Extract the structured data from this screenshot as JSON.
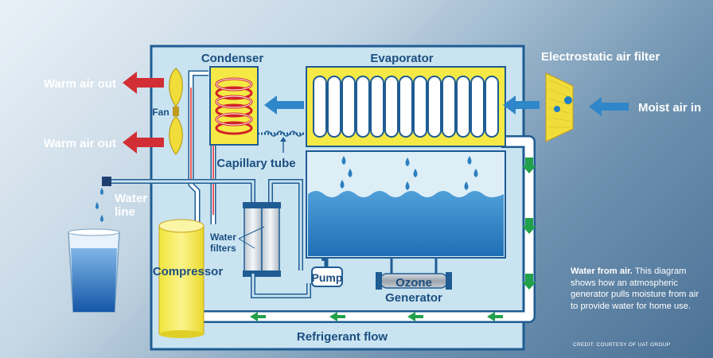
{
  "labels": {
    "condenser": "Condenser",
    "evaporator": "Evaporator",
    "electrostatic_filter": "Electrostatic air filter",
    "warm_air_out": "Warm air out",
    "moist_air_in": "Moist air in",
    "fan": "Fan",
    "capillary_tube": "Capillary tube",
    "water_line_1": "Water",
    "water_line_2": "line",
    "water_filters_1": "Water",
    "water_filters_2": "filters",
    "compressor": "Compressor",
    "pump": "Pump",
    "ozone_1": "Ozone",
    "ozone_2": "Generator",
    "refrigerant_flow": "Refrigerant flow"
  },
  "caption": {
    "title": "Water from air.",
    "body": "This diagram shows how an atmospheric generator pulls moisture from air to provide water for home use.",
    "credit": "CREDIT: COURTESY OF UAT GROUP"
  },
  "colors": {
    "housing": "#c9e3f1",
    "housing_border": "#1f5c93",
    "coil_yellow": "#f5ea45",
    "coil_red": "#d2232a",
    "air_blue_arrow": "#2f86c9",
    "warm_red_arrow": "#d12f35",
    "water_blue": "#2b7fc0",
    "flow_green": "#22a04b"
  }
}
